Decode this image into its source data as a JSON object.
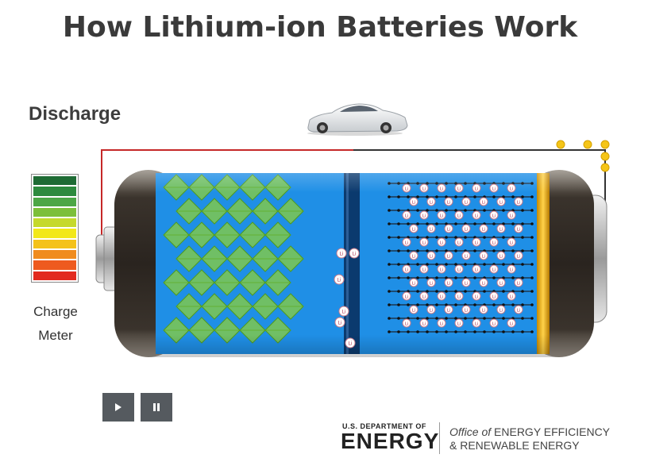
{
  "title": "How Lithium-ion Batteries Work",
  "mode": "Discharge",
  "charge_meter": {
    "caption_line1": "Charge",
    "caption_line2": "Meter",
    "segment_colors": [
      "#1e6b34",
      "#2d8a3e",
      "#4ca646",
      "#7cbf3a",
      "#c5d92c",
      "#f2e81a",
      "#f4c21a",
      "#f08c1e",
      "#ee5a1f",
      "#e22a1f"
    ]
  },
  "controls": {
    "play_icon": "play-icon",
    "pause_icon": "pause-icon"
  },
  "ion_label": "Li",
  "logo": {
    "line1": "U.S. DEPARTMENT OF",
    "line2": "ENERGY",
    "office_italic": "Office of",
    "office_line1": "ENERGY EFFICIENCY",
    "office_line2": "& RENEWABLE ENERGY"
  },
  "colors": {
    "electrolyte": "#1f8fe6",
    "cathode_lattice": "#8ccf3a",
    "wire_positive": "#c62828",
    "wire_negative": "#333333",
    "electron": "#f5c518",
    "button": "#555a5f"
  }
}
